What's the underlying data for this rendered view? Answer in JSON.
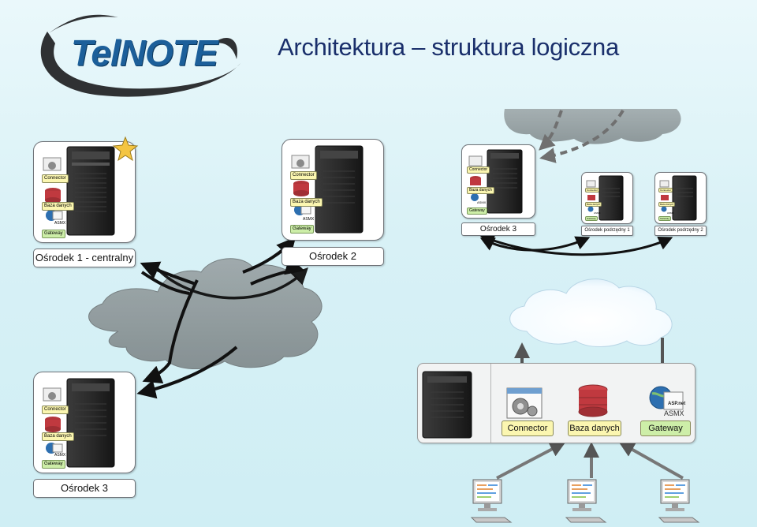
{
  "header": {
    "logo_text": "TelNOTE",
    "title": "Architektura – struktura logiczna"
  },
  "nodes": {
    "osrodek1": {
      "label": "Ośrodek 1 - centralny",
      "tags": {
        "connector": "Connector",
        "database": "Baza danych",
        "asmx": "ASMX",
        "gateway": "Gateway"
      },
      "badge": "star-icon"
    },
    "osrodek2": {
      "label": "Ośrodek 2",
      "tags": {
        "connector": "Connector",
        "database": "Baza danych",
        "asmx": "ASMX",
        "gateway": "Gateway"
      }
    },
    "osrodek3_top": {
      "label": "Ośrodek 3",
      "tags": {
        "connector": "Connector",
        "database": "Baza danych",
        "asmx": "ASMX",
        "gateway": "Gateway"
      }
    },
    "sub1": {
      "label": "Ośrodek podrzędny 1",
      "tags": {
        "connector": "Connector",
        "database": "Baza danych",
        "asmx": "ASMX",
        "gateway": "Gateway"
      }
    },
    "sub2": {
      "label": "Ośrodek podrzędny 2",
      "tags": {
        "connector": "Connector",
        "database": "Baza danych",
        "asmx": "ASMX",
        "gateway": "Gateway"
      }
    },
    "osrodek3_bottom": {
      "label": "Ośrodek 3",
      "tags": {
        "connector": "Connector",
        "database": "Baza danych",
        "asmx": "ASMX",
        "gateway": "Gateway"
      }
    }
  },
  "detail": {
    "connector_label": "Connector",
    "database_label": "Baza danych",
    "gateway_label": "Gateway",
    "asmx_label": "ASMX",
    "asp_label": "ASP.net"
  },
  "colors": {
    "title": "#1a2f6b",
    "cloud_gray": "#8e9799",
    "tag_yellow": "#fbf6b0",
    "tag_green": "#cdeea8",
    "database_red": "#c0393f",
    "arrow_dark": "#1b1b1b"
  }
}
